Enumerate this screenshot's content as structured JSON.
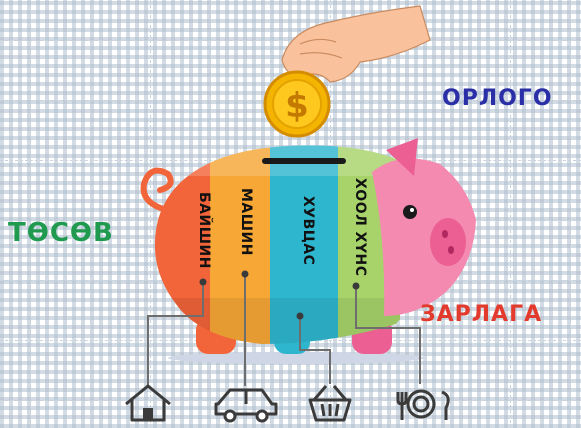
{
  "labels": {
    "income": "ОРЛОГО",
    "budget": "ТӨСӨВ",
    "expense": "ЗАРЛАГА"
  },
  "coin_symbol": "$",
  "stripes": [
    {
      "label": "БАЙШИН",
      "color": "#f2643a"
    },
    {
      "label": "МАШИН",
      "color": "#f7a736"
    },
    {
      "label": "ХУВЦАС",
      "color": "#2fb6cf"
    },
    {
      "label": "ХООЛ ХҮНС",
      "color": "#a7d36a"
    }
  ],
  "icons": [
    "house-icon",
    "car-icon",
    "shopping-basket-icon",
    "plate-cutlery-icon"
  ],
  "colors": {
    "income": "#2b2fa7",
    "budget": "#1f9a4f",
    "expense": "#e23a2c",
    "pig_snout": "#ec5f93",
    "coin": "#f5b400"
  }
}
